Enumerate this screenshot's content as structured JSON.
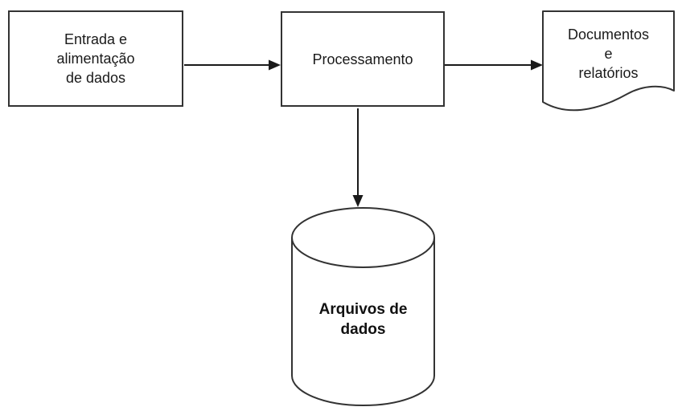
{
  "page": {
    "background_color": "#ffffff"
  },
  "colors": {
    "shape_stroke": "#333333",
    "arrow_stroke": "#1a1a1a",
    "text": "#1a1a1a",
    "shape_fill": "#ffffff"
  },
  "diagram": {
    "type": "flowchart",
    "nodes": [
      {
        "id": "input",
        "shape": "rectangle",
        "label": "Entrada e\nalimentação\nde dados"
      },
      {
        "id": "process",
        "shape": "rectangle",
        "label": "Processamento"
      },
      {
        "id": "output",
        "shape": "document",
        "label": "Documentos\ne\nrelatórios"
      },
      {
        "id": "storage",
        "shape": "cylinder",
        "label": "Arquivos de\ndados"
      }
    ],
    "edges": [
      {
        "from": "input",
        "to": "process",
        "direction": "right"
      },
      {
        "from": "process",
        "to": "output",
        "direction": "right"
      },
      {
        "from": "process",
        "to": "storage",
        "direction": "down"
      }
    ]
  }
}
